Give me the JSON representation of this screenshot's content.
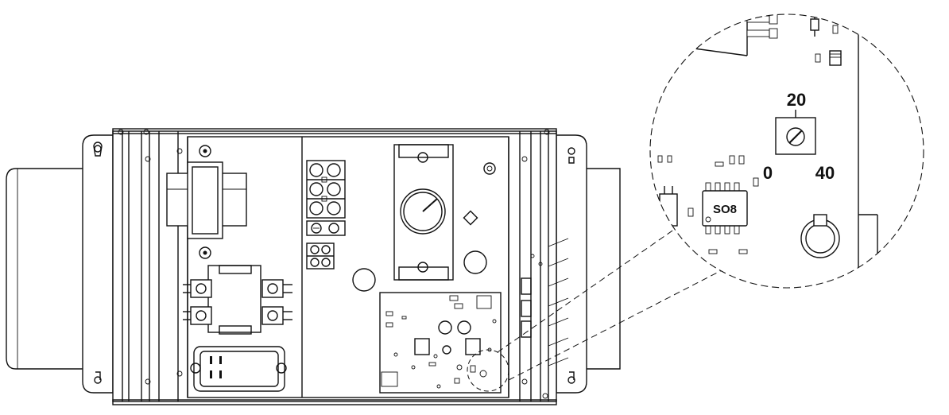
{
  "detail": {
    "dial_top_label": "20",
    "dial_left_label": "0",
    "dial_right_label": "40",
    "chip_label": "SO8"
  },
  "colors": {
    "line": "#111111",
    "background": "#ffffff"
  }
}
